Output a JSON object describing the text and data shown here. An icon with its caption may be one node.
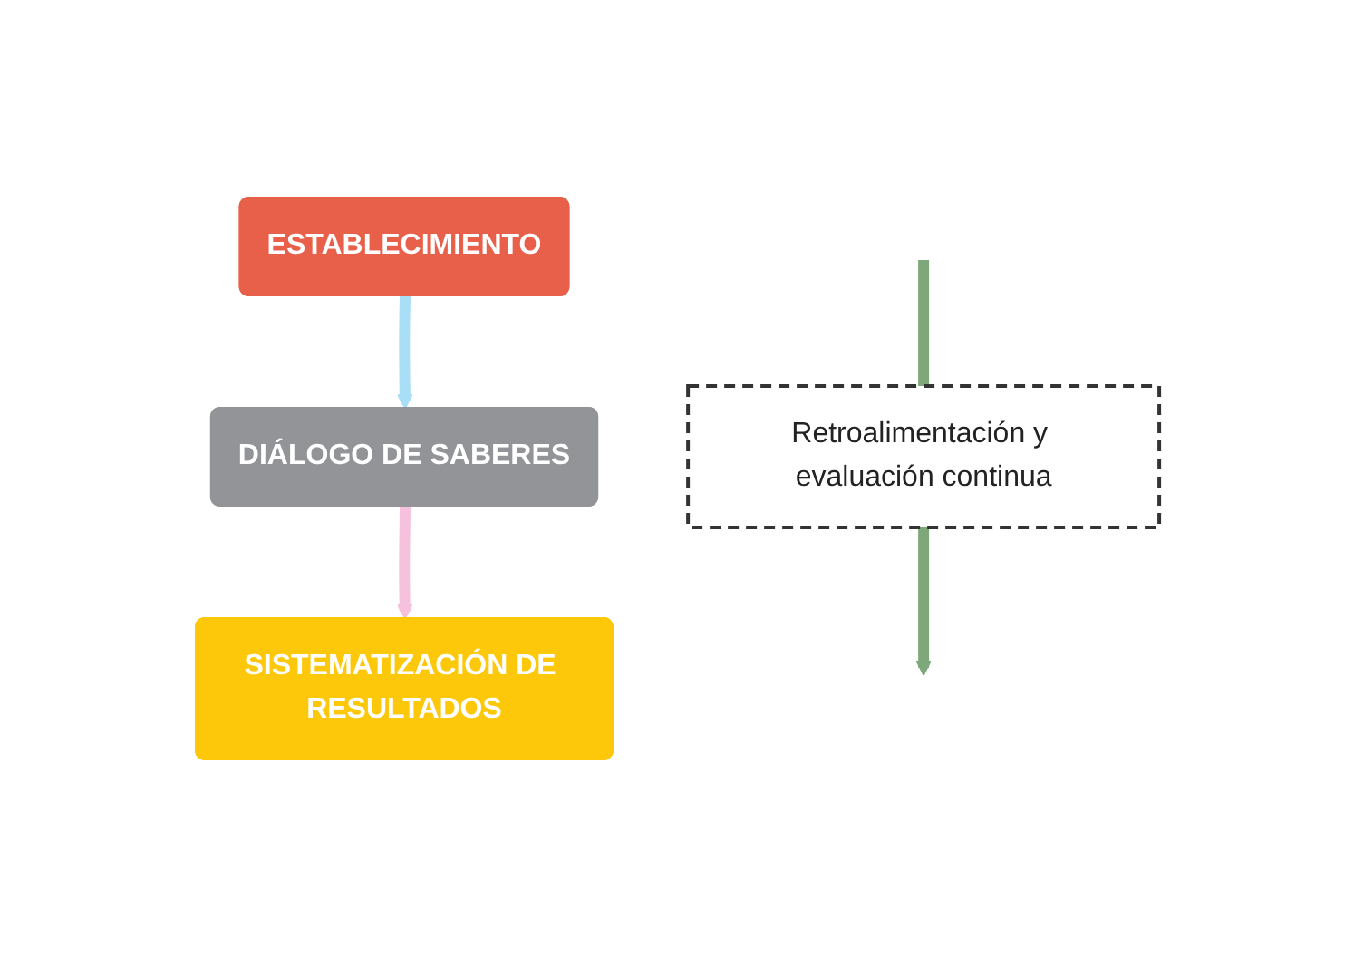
{
  "diagram": {
    "nodes": [
      {
        "text": [
          "ESTABLECIMIENTO"
        ]
      },
      {
        "text": [
          "DIÁLOGO DE SABERES"
        ]
      },
      {
        "text": [
          "SISTEMATIZACIÓN DE RESULTADOS"
        ]
      },
      {
        "text": [
          "Retroalimentación y evaluación continua"
        ]
      }
    ],
    "edges": [
      {
        "from": 0,
        "to": 1,
        "arrow": "to",
        "color": "#a9dff6"
      },
      {
        "from": 1,
        "to": 2,
        "arrow": "to",
        "color": "#f5c1dc"
      },
      {
        "from": null,
        "to": 3,
        "arrow": "none",
        "color": "#7ea87a"
      },
      {
        "from": 3,
        "to": null,
        "arrow": "to",
        "color": "#7ea87a"
      }
    ]
  }
}
